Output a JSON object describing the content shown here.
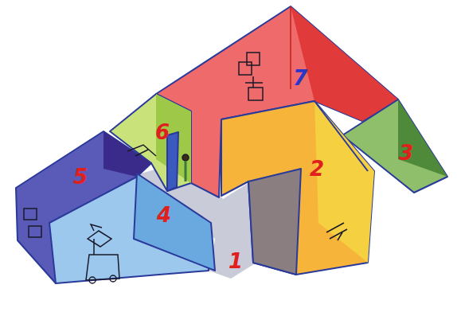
{
  "diagram": {
    "labels": [
      "7",
      "6",
      "5",
      "2",
      "3",
      "4",
      "1"
    ]
  }
}
